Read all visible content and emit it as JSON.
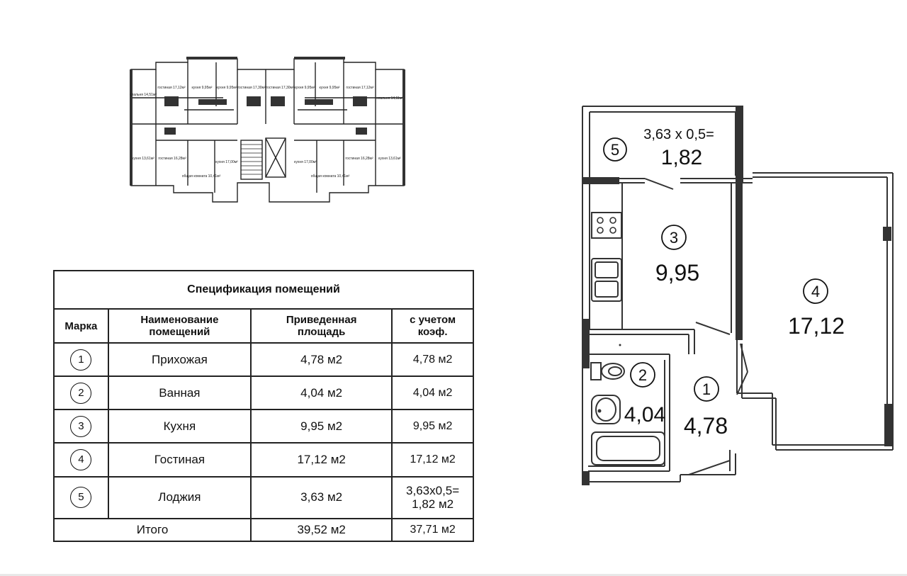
{
  "spec": {
    "title": "Спецификация помещений",
    "headers": {
      "mark": "Марка",
      "name_1": "Наименование",
      "name_2": "помещений",
      "area_1": "Приведенная",
      "area_2": "площадь",
      "coef_1": "с учетом",
      "coef_2": "коэф."
    },
    "rows": [
      {
        "mark": "1",
        "name": "Прихожая",
        "area": "4,78 м2",
        "coef": "4,78 м2"
      },
      {
        "mark": "2",
        "name": "Ванная",
        "area": "4,04 м2",
        "coef": "4,04 м2"
      },
      {
        "mark": "3",
        "name": "Кухня",
        "area": "9,95 м2",
        "coef": "9,95 м2"
      },
      {
        "mark": "4",
        "name": "Гостиная",
        "area": "17,12 м2",
        "coef": "17,12 м2"
      },
      {
        "mark": "5",
        "name": "Лоджия",
        "area": "3,63 м2",
        "coef_1": "3,63х0,5=",
        "coef_2": "1,82 м2"
      }
    ],
    "total": {
      "name": "Итого",
      "area": "39,52 м2",
      "coef": "37,71 м2"
    }
  },
  "plan": {
    "room5": {
      "mark": "5",
      "formula": "3,63 х 0,5=",
      "value": "1,82"
    },
    "room3": {
      "mark": "3",
      "value": "9,95"
    },
    "room4": {
      "mark": "4",
      "value": "17,12"
    },
    "room2": {
      "mark": "2",
      "value": "4,04"
    },
    "room1": {
      "mark": "1",
      "value": "4,78"
    }
  },
  "floor": {
    "labels": [
      {
        "name": "спальня",
        "area": "14,51м²"
      },
      {
        "name": "гостиная",
        "area": "17,12м²"
      },
      {
        "name": "кухня",
        "area": "9,95м²"
      },
      {
        "name": "кухня",
        "area": "9,95м²"
      },
      {
        "name": "гостиная",
        "area": "17,30м²"
      },
      {
        "name": "гостиная",
        "area": "17,30м²"
      },
      {
        "name": "кухня",
        "area": "9,95м²"
      },
      {
        "name": "кухня",
        "area": "9,95м²"
      },
      {
        "name": "гостиная",
        "area": "17,12м²"
      },
      {
        "name": "спальня",
        "area": "14,11м²"
      },
      {
        "name": "кухня",
        "area": "13,61м²"
      },
      {
        "name": "гостиная",
        "area": "16,28м²"
      },
      {
        "name": "кухня",
        "area": "17,00м²"
      },
      {
        "name": "общая комната",
        "area": "10,41м²"
      },
      {
        "name": "кухня",
        "area": "17,00м²"
      },
      {
        "name": "общая комната",
        "area": "10,41м²"
      },
      {
        "name": "гостиная",
        "area": "16,28м²"
      },
      {
        "name": "кухня",
        "area": "13,61м²"
      }
    ]
  },
  "colors": {
    "ink": "#111111",
    "wall": "#3a3a3a"
  }
}
